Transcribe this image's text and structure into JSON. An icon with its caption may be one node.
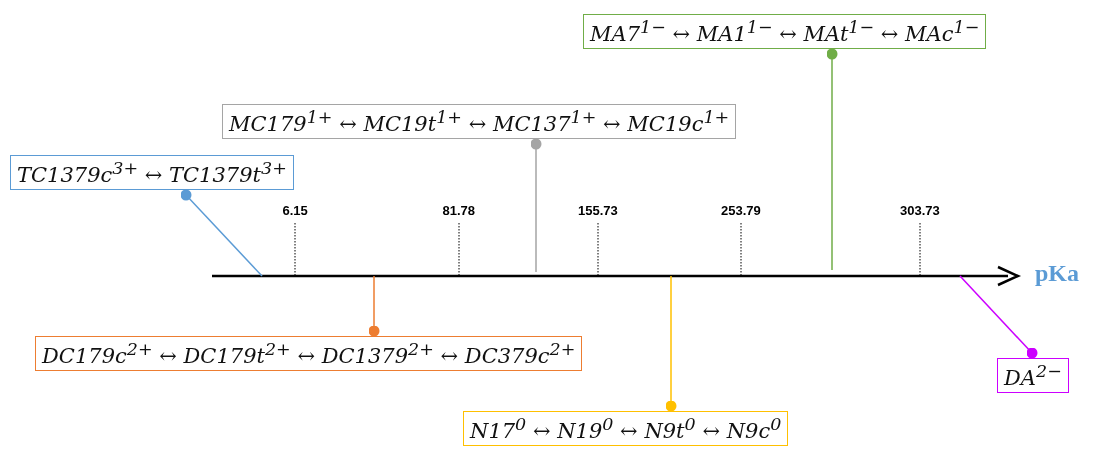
{
  "diagram": {
    "nodes": [
      {
        "text": [
          "MA7$^{1−}$ ↔ MA1$^{1−}$ ↔ MAt$^{1−}$ ↔ MAc$^{1−}$"
        ]
      },
      {
        "text": [
          "MC179$^{1+}$ ↔ MC19t$^{1+}$ ↔ MC137$^{1+}$ ↔ MC19c$^{1+}$"
        ]
      },
      {
        "text": [
          "TC1379c$^{3+}$ ↔ TC1379t$^{3+}$"
        ]
      },
      {
        "text": [
          "DC179c$^{2+}$ ↔ DC179t$^{2+}$ ↔ DC1379$^{2+}$ ↔ DC379c$^{2+}$"
        ]
      },
      {
        "text": [
          "DA$^{2−}$"
        ]
      },
      {
        "text": [
          "N17$^{0}$ ↔ N19$^{0}$ ↔ N9t$^{0}$ ↔ N9c$^{0}$"
        ]
      }
    ],
    "edges": [
      {
        "from": 0,
        "to": null,
        "arrow": "other",
        "color": "#70ad47"
      },
      {
        "from": 1,
        "to": null,
        "arrow": "other",
        "color": "#a5a5a5"
      },
      {
        "from": 2,
        "to": null,
        "arrow": "other",
        "color": "#5b9bd5"
      },
      {
        "from": 3,
        "to": null,
        "arrow": "other",
        "color": "#ed7d31"
      },
      {
        "from": 4,
        "to": null,
        "arrow": "other",
        "color": "#cc00ff"
      },
      {
        "from": 5,
        "to": null,
        "arrow": "other",
        "color": "#ffc000"
      }
    ],
    "labels": [
      "6.15",
      "81.78",
      "155.73",
      "253.79",
      "303.73",
      "pKa"
    ]
  }
}
